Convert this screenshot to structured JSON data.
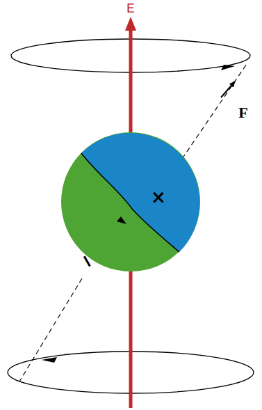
{
  "diagram": {
    "labels": [
      "E",
      "F",
      "×",
      "−"
    ]
  }
}
